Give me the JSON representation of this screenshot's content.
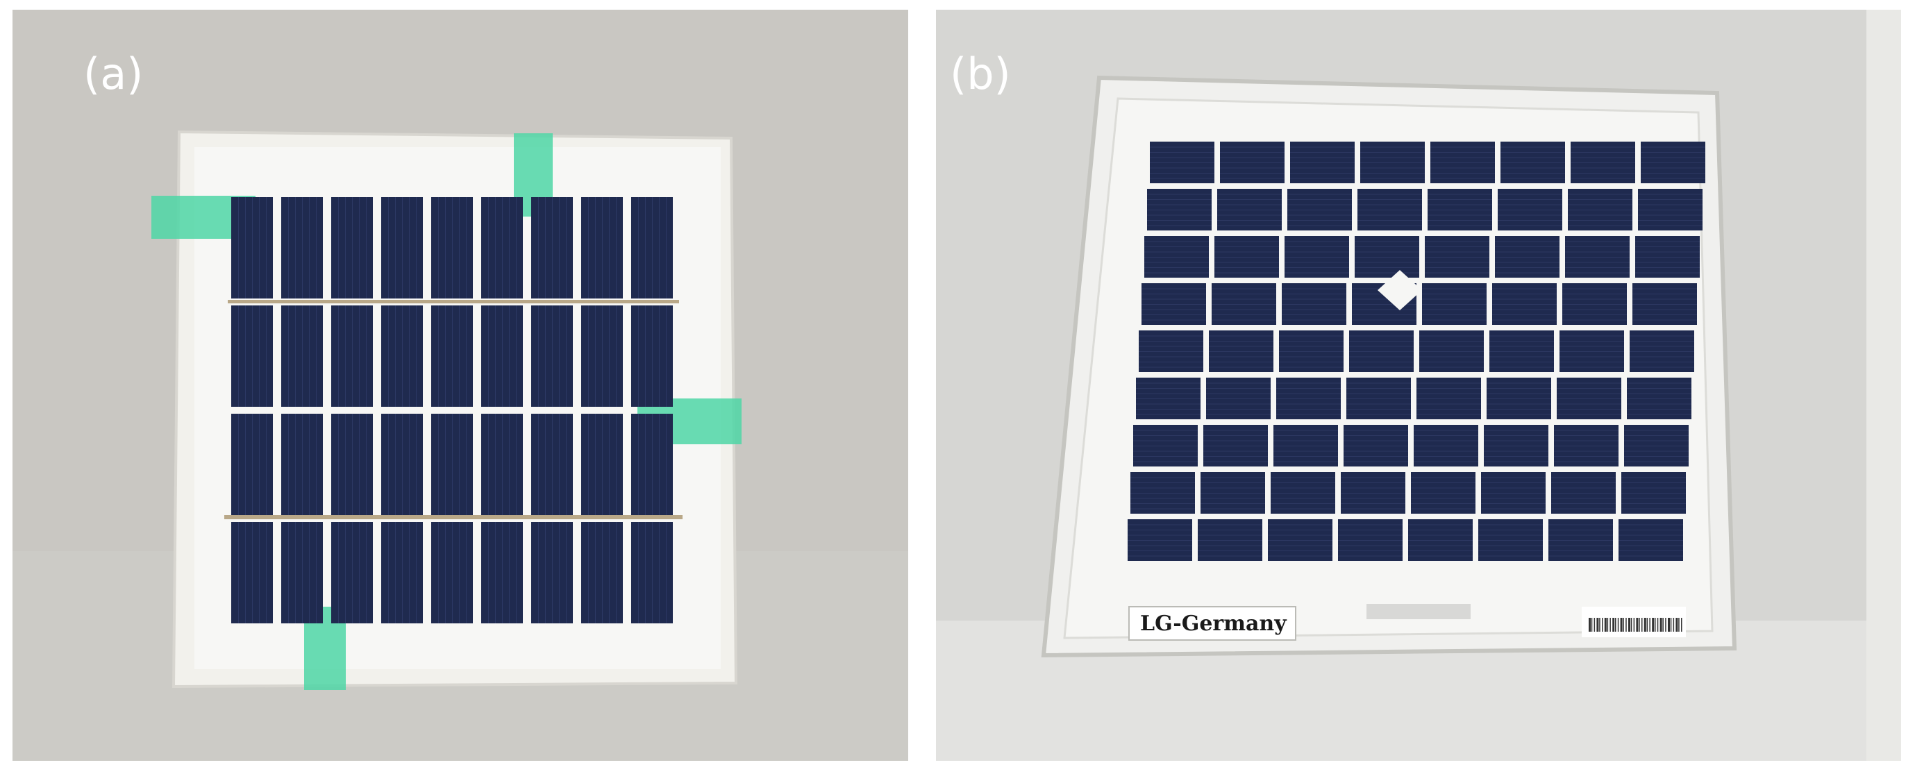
{
  "panels": [
    {
      "label": "(a)"
    },
    {
      "label": "(b)",
      "module_label": "LG-Germany"
    }
  ],
  "colors": {
    "background": "#c8c6c1",
    "cell": "#1f2a4f",
    "tape": "#4fd6a6",
    "frame": "#ececea"
  },
  "cells_a": {
    "rows": 4,
    "cols": 9
  },
  "cells_b": {
    "rows": 9,
    "cols": 8
  }
}
